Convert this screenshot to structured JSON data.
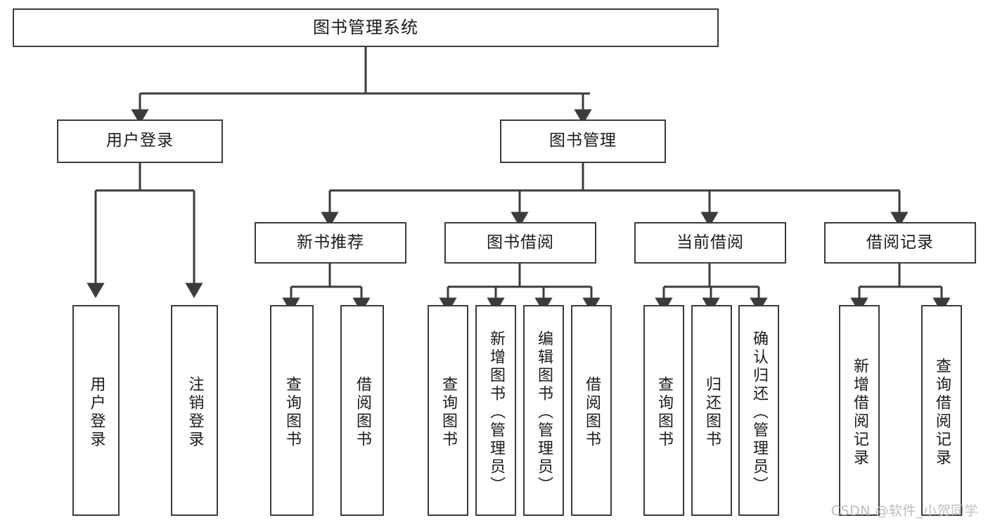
{
  "diagram": {
    "title": "图书管理系统",
    "type": "tree-hierarchy",
    "orientation": "top-down",
    "theme": {
      "box_border": "#3b3b3b",
      "box_fill": "#ffffff",
      "edge_color": "#3b3b3b",
      "text_color": "#1b1b1b",
      "background": "#ffffff",
      "watermark_color": "#bdbdbd"
    }
  },
  "nodes": {
    "root": {
      "label": "图书管理系统",
      "level": 0
    },
    "level1": [
      {
        "id": "user-login",
        "label": "用户登录"
      },
      {
        "id": "book-manage",
        "label": "图书管理"
      }
    ],
    "level2": [
      {
        "id": "new-book-rec",
        "label": "新书推荐",
        "parent": "book-manage"
      },
      {
        "id": "book-borrow",
        "label": "图书借阅",
        "parent": "book-manage"
      },
      {
        "id": "current-borrow",
        "label": "当前借阅",
        "parent": "book-manage"
      },
      {
        "id": "borrow-record",
        "label": "借阅记录",
        "parent": "book-manage"
      }
    ],
    "leaves": [
      {
        "id": "leaf-user-login",
        "label": "用户登录",
        "parent": "user-login"
      },
      {
        "id": "leaf-logout",
        "label": "注销登录",
        "parent": "user-login"
      },
      {
        "id": "leaf-query-book-1",
        "label": "查询图书",
        "parent": "new-book-rec"
      },
      {
        "id": "leaf-borrow-book-1",
        "label": "借阅图书",
        "parent": "new-book-rec"
      },
      {
        "id": "leaf-query-book-2",
        "label": "查询图书",
        "parent": "book-borrow"
      },
      {
        "id": "leaf-add-book",
        "label": "新增图书（管理员）",
        "parent": "book-borrow"
      },
      {
        "id": "leaf-edit-book",
        "label": "编辑图书（管理员）",
        "parent": "book-borrow"
      },
      {
        "id": "leaf-borrow-book-2",
        "label": "借阅图书",
        "parent": "book-borrow"
      },
      {
        "id": "leaf-query-book-3",
        "label": "查询图书",
        "parent": "current-borrow"
      },
      {
        "id": "leaf-return-book",
        "label": "归还图书",
        "parent": "current-borrow"
      },
      {
        "id": "leaf-confirm-return",
        "label": "确认归还（管理员）",
        "parent": "current-borrow"
      },
      {
        "id": "leaf-add-record",
        "label": "新增借阅记录",
        "parent": "borrow-record"
      },
      {
        "id": "leaf-query-record",
        "label": "查询借阅记录",
        "parent": "borrow-record"
      }
    ]
  },
  "watermark": {
    "text": "CSDN @软件_小贺同学"
  }
}
